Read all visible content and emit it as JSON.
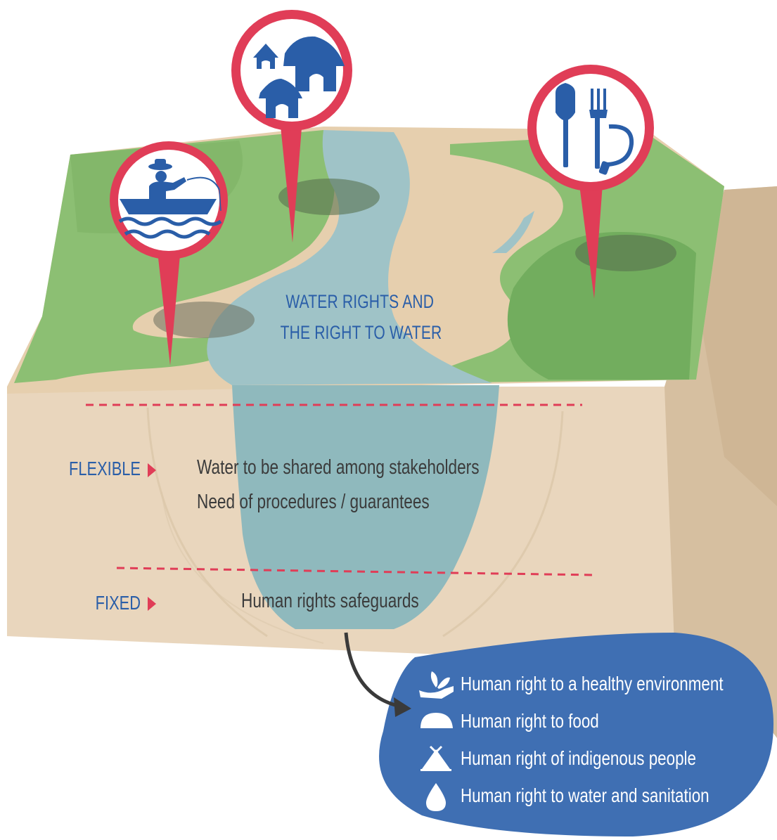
{
  "title": {
    "line1": "WATER RIGHTS AND",
    "line2": "THE RIGHT TO WATER"
  },
  "levels": {
    "flexible": {
      "label": "FLEXIBLE",
      "items": [
        "Water to be shared among stakeholders",
        "Need of procedures / guarantees"
      ]
    },
    "fixed": {
      "label": "FIXED",
      "items": [
        "Human rights safeguards"
      ]
    }
  },
  "safeguards": {
    "items": [
      {
        "icon": "hand-sprout-icon",
        "label": "Human right to a healthy environment"
      },
      {
        "icon": "bread-icon",
        "label": "Human right to food"
      },
      {
        "icon": "tent-icon",
        "label": "Human right of indigenous people"
      },
      {
        "icon": "water-drop-icon",
        "label": "Human right to water and sanitation"
      }
    ]
  },
  "pins": [
    {
      "icon": "fisherman-boat-icon"
    },
    {
      "icon": "village-huts-icon"
    },
    {
      "icon": "farming-tools-icon"
    }
  ],
  "colors": {
    "pin_red": "#e03d57",
    "water": "#9fc3c7",
    "grass": "#8cbf73",
    "soil": "#e9d6bd",
    "blue": "#2a5ea8",
    "bubble": "#3f6fb3"
  }
}
